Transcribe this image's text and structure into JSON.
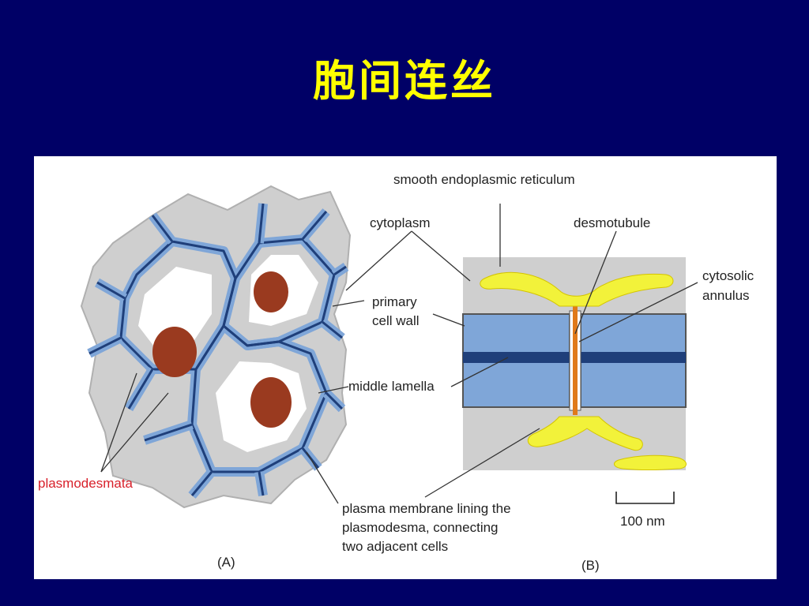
{
  "slide": {
    "title": "胞间连丝"
  },
  "figure": {
    "labels": {
      "smooth_er": "smooth endoplasmic reticulum",
      "cytoplasm": "cytoplasm",
      "desmotubule": "desmotubule",
      "cytosolic_line1": "cytosolic",
      "cytosolic_line2": "annulus",
      "primary_line1": "primary",
      "primary_line2": "cell wall",
      "middle_lamella": "middle lamella",
      "plasmodesmata": "plasmodesmata",
      "pm_line1": "plasma membrane lining the",
      "pm_line2": "plasmodesma, connecting",
      "pm_line3": "two adjacent cells",
      "scale_bar": "100 nm",
      "panel_a": "(A)",
      "panel_b": "(B)"
    },
    "colors": {
      "background": "#000066",
      "title": "#ffff00",
      "cell_wall": "#7fa6d8",
      "middle_lamella": "#1f3f7a",
      "cytoplasm": "#cfcfcf",
      "nucleus": "#9a3a1f",
      "er": "#f2f23a",
      "plasmodesmata_label": "#d8202a"
    }
  }
}
